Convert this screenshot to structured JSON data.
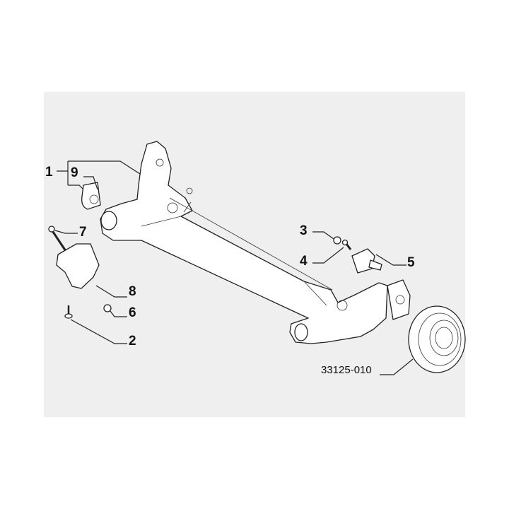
{
  "diagram": {
    "callouts": [
      "1",
      "9",
      "7",
      "8",
      "6",
      "2",
      "3",
      "4",
      "5"
    ],
    "reference_code": "33125-010"
  },
  "colors": {
    "panel": "#efefef",
    "line": "#222222"
  }
}
